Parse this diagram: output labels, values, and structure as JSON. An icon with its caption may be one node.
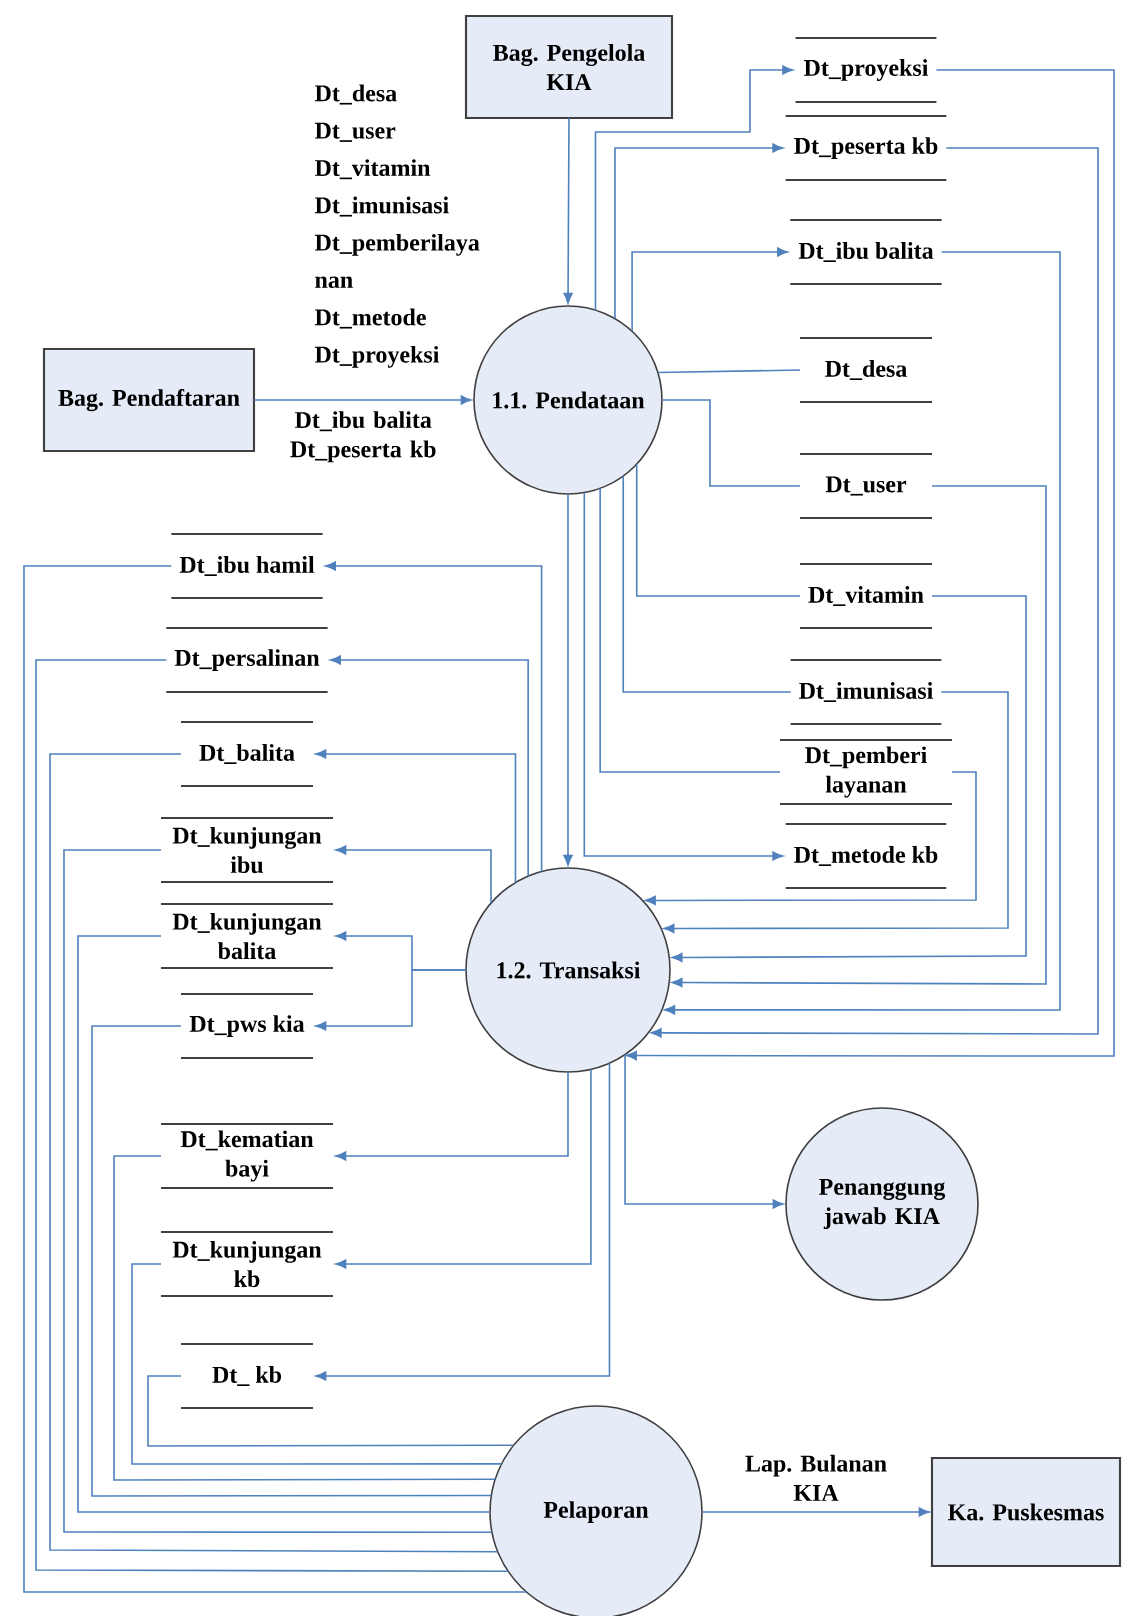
{
  "diagram": {
    "nodes": [
      {
        "text": [
          "Bag. Pengelola KIA"
        ]
      },
      {
        "text": [
          "Bag. Pendaftaran"
        ]
      },
      {
        "text": [
          "1.1. Pendataan"
        ]
      },
      {
        "text": [
          "Dt_proyeksi"
        ]
      },
      {
        "text": [
          "Dt_peserta kb"
        ]
      },
      {
        "text": [
          "Dt_ibu balita"
        ]
      },
      {
        "text": [
          "Dt_desa"
        ]
      },
      {
        "text": [
          "Dt_user"
        ]
      },
      {
        "text": [
          "Dt_vitamin"
        ]
      },
      {
        "text": [
          "Dt_imunisasi"
        ]
      },
      {
        "text": [
          "Dt_pemberi layanan"
        ]
      },
      {
        "text": [
          "Dt_metode kb"
        ]
      },
      {
        "text": [
          "1.2. Transaksi"
        ]
      },
      {
        "text": [
          "Dt_ibu hamil"
        ]
      },
      {
        "text": [
          "Dt_persalinan"
        ]
      },
      {
        "text": [
          "Dt_balita"
        ]
      },
      {
        "text": [
          "Dt_kunjungan ibu"
        ]
      },
      {
        "text": [
          "Dt_kunjungan balita"
        ]
      },
      {
        "text": [
          "Dt_pws kia"
        ]
      },
      {
        "text": [
          "Dt_kematian bayi"
        ]
      },
      {
        "text": [
          "Dt_kunjungan kb"
        ]
      },
      {
        "text": [
          "Dt_ kb"
        ]
      },
      {
        "text": [
          "Penanggung jawab KIA"
        ]
      },
      {
        "text": [
          "Pelaporan"
        ]
      },
      {
        "text": [
          "Ka. Puskesmas"
        ]
      }
    ],
    "edges": [
      {
        "from": 0,
        "to": 2,
        "arrow": "to",
        "label": "Dt_desa Dt_user Dt_vitamin Dt_imunisasi Dt_pemberilaya nan Dt_metode Dt_proyeksi"
      },
      {
        "from": 1,
        "to": 2,
        "arrow": "to",
        "label": "Dt_ibu balita Dt_peserta kb"
      },
      {
        "from": 2,
        "to": 3,
        "arrow": "to"
      },
      {
        "from": 2,
        "to": 4,
        "arrow": "to"
      },
      {
        "from": 2,
        "to": 5,
        "arrow": "to"
      },
      {
        "from": 2,
        "to": 6,
        "arrow": "none"
      },
      {
        "from": 2,
        "to": 7,
        "arrow": "none"
      },
      {
        "from": 2,
        "to": 8,
        "arrow": "none"
      },
      {
        "from": 2,
        "to": 9,
        "arrow": "none"
      },
      {
        "from": 2,
        "to": 10,
        "arrow": "none"
      },
      {
        "from": 2,
        "to": 11,
        "arrow": "to"
      },
      {
        "from": 2,
        "to": 12,
        "arrow": "to"
      },
      {
        "from": 10,
        "to": 12,
        "arrow": "to"
      },
      {
        "from": 9,
        "to": 12,
        "arrow": "to"
      },
      {
        "from": 8,
        "to": 12,
        "arrow": "to"
      },
      {
        "from": 7,
        "to": 12,
        "arrow": "to"
      },
      {
        "from": 5,
        "to": 12,
        "arrow": "to"
      },
      {
        "from": 4,
        "to": 12,
        "arrow": "to"
      },
      {
        "from": 3,
        "to": 12,
        "arrow": "to"
      },
      {
        "from": 12,
        "to": 13,
        "arrow": "to"
      },
      {
        "from": 12,
        "to": 14,
        "arrow": "to"
      },
      {
        "from": 12,
        "to": 15,
        "arrow": "to"
      },
      {
        "from": 12,
        "to": 16,
        "arrow": "to"
      },
      {
        "from": 12,
        "to": 17,
        "arrow": "to"
      },
      {
        "from": 12,
        "to": 18,
        "arrow": "to"
      },
      {
        "from": 12,
        "to": 19,
        "arrow": "to"
      },
      {
        "from": 12,
        "to": 20,
        "arrow": "to"
      },
      {
        "from": 12,
        "to": 21,
        "arrow": "to"
      },
      {
        "from": 12,
        "to": 22,
        "arrow": "to"
      },
      {
        "from": 13,
        "to": 23,
        "arrow": "none"
      },
      {
        "from": 14,
        "to": 23,
        "arrow": "none"
      },
      {
        "from": 15,
        "to": 23,
        "arrow": "none"
      },
      {
        "from": 16,
        "to": 23,
        "arrow": "none"
      },
      {
        "from": 17,
        "to": 23,
        "arrow": "none"
      },
      {
        "from": 18,
        "to": 23,
        "arrow": "none"
      },
      {
        "from": 19,
        "to": 23,
        "arrow": "none"
      },
      {
        "from": 20,
        "to": 23,
        "arrow": "none"
      },
      {
        "from": 21,
        "to": 23,
        "arrow": "none"
      },
      {
        "from": 23,
        "to": 24,
        "arrow": "to",
        "label": "Lap. Bulanan KIA"
      }
    ]
  }
}
